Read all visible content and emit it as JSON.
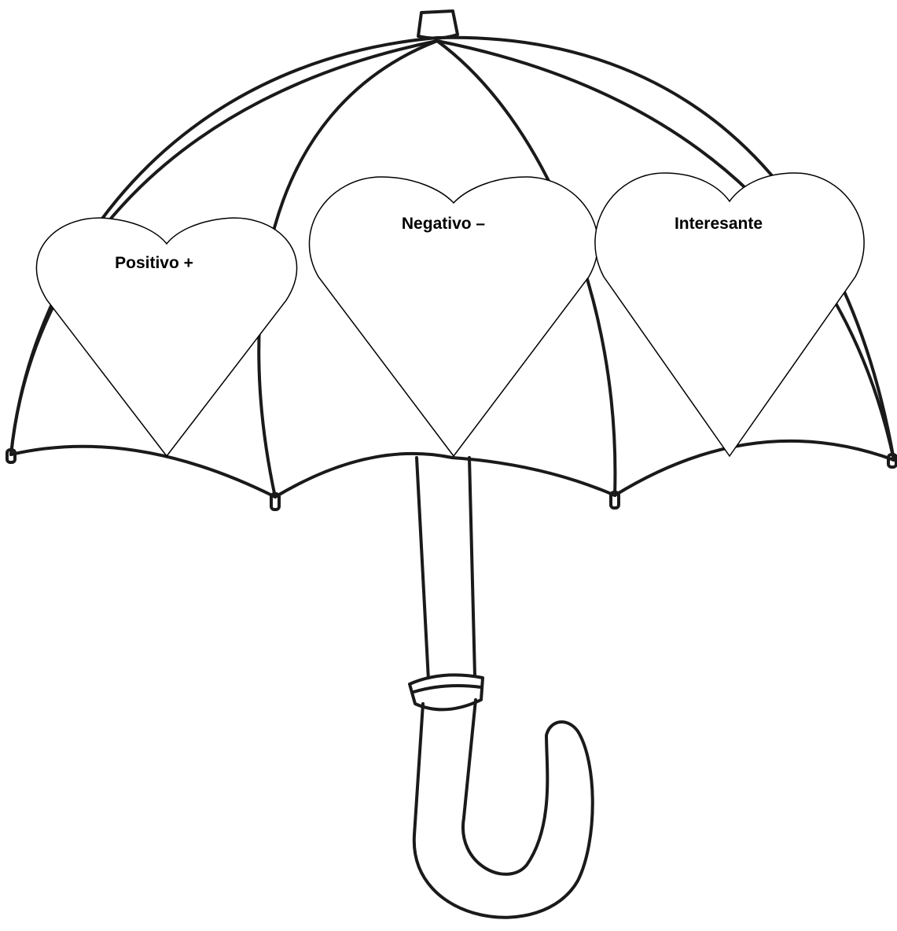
{
  "colors": {
    "background": "#ffffff",
    "ink": "#1a1a1a",
    "heart_fill": "#ffffff",
    "heart_stroke": "#000000"
  },
  "hearts": [
    {
      "label": "Positivo +"
    },
    {
      "label": "Negativo –"
    },
    {
      "label": "Interesante"
    }
  ]
}
